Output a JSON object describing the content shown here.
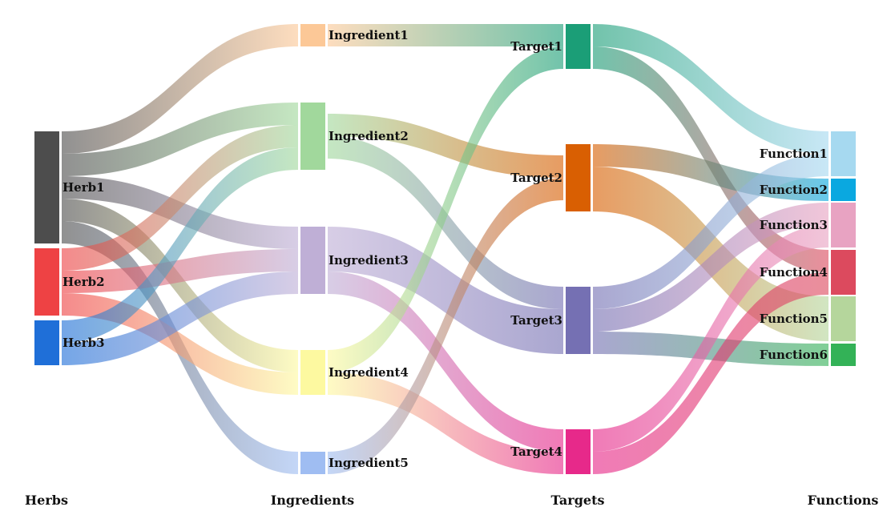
{
  "chart_data": {
    "type": "sankey",
    "stages": [
      "Herbs",
      "Ingredients",
      "Targets",
      "Functions"
    ],
    "nodes": [
      {
        "id": "Herb1",
        "label": "Herb1",
        "stage": 0,
        "color": "#4d4d4d"
      },
      {
        "id": "Herb2",
        "label": "Herb2",
        "stage": 0,
        "color": "#ee4244"
      },
      {
        "id": "Herb3",
        "label": "Herb3",
        "stage": 0,
        "color": "#1f6fd8"
      },
      {
        "id": "Ingredient1",
        "label": "Ingredient1",
        "stage": 1,
        "color": "#fcc897"
      },
      {
        "id": "Ingredient2",
        "label": "Ingredient2",
        "stage": 1,
        "color": "#a1d89c"
      },
      {
        "id": "Ingredient3",
        "label": "Ingredient3",
        "stage": 1,
        "color": "#bfafd6"
      },
      {
        "id": "Ingredient4",
        "label": "Ingredient4",
        "stage": 1,
        "color": "#fdf9a0"
      },
      {
        "id": "Ingredient5",
        "label": "Ingredient5",
        "stage": 1,
        "color": "#9fbdf2"
      },
      {
        "id": "Target1",
        "label": "Target1",
        "stage": 2,
        "color": "#1b9e77"
      },
      {
        "id": "Target2",
        "label": "Target2",
        "stage": 2,
        "color": "#d95f02"
      },
      {
        "id": "Target3",
        "label": "Target3",
        "stage": 2,
        "color": "#7570b3"
      },
      {
        "id": "Target4",
        "label": "Target4",
        "stage": 2,
        "color": "#e7298a"
      },
      {
        "id": "Function1",
        "label": "Function1",
        "stage": 3,
        "color": "#a6d9f0"
      },
      {
        "id": "Function2",
        "label": "Function2",
        "stage": 3,
        "color": "#0aa8e0"
      },
      {
        "id": "Function3",
        "label": "Function3",
        "stage": 3,
        "color": "#e8a3c2"
      },
      {
        "id": "Function4",
        "label": "Function4",
        "stage": 3,
        "color": "#dc4a5e"
      },
      {
        "id": "Function5",
        "label": "Function5",
        "stage": 3,
        "color": "#b5d69c"
      },
      {
        "id": "Function6",
        "label": "Function6",
        "stage": 3,
        "color": "#33b257"
      }
    ],
    "links": [
      {
        "source": "Herb1",
        "target": "Ingredient1",
        "value": 1
      },
      {
        "source": "Herb1",
        "target": "Ingredient2",
        "value": 1
      },
      {
        "source": "Herb1",
        "target": "Ingredient3",
        "value": 1
      },
      {
        "source": "Herb1",
        "target": "Ingredient4",
        "value": 1
      },
      {
        "source": "Herb1",
        "target": "Ingredient5",
        "value": 1
      },
      {
        "source": "Herb2",
        "target": "Ingredient2",
        "value": 1
      },
      {
        "source": "Herb2",
        "target": "Ingredient3",
        "value": 1
      },
      {
        "source": "Herb2",
        "target": "Ingredient4",
        "value": 1
      },
      {
        "source": "Herb3",
        "target": "Ingredient2",
        "value": 1
      },
      {
        "source": "Herb3",
        "target": "Ingredient3",
        "value": 1
      },
      {
        "source": "Ingredient1",
        "target": "Target1",
        "value": 1
      },
      {
        "source": "Ingredient2",
        "target": "Target2",
        "value": 1
      },
      {
        "source": "Ingredient2",
        "target": "Target3",
        "value": 1
      },
      {
        "source": "Ingredient3",
        "target": "Target3",
        "value": 2
      },
      {
        "source": "Ingredient3",
        "target": "Target4",
        "value": 1
      },
      {
        "source": "Ingredient4",
        "target": "Target1",
        "value": 1
      },
      {
        "source": "Ingredient4",
        "target": "Target4",
        "value": 1
      },
      {
        "source": "Ingredient5",
        "target": "Target2",
        "value": 1
      },
      {
        "source": "Target1",
        "target": "Function1",
        "value": 1
      },
      {
        "source": "Target1",
        "target": "Function4",
        "value": 1
      },
      {
        "source": "Target2",
        "target": "Function2",
        "value": 1
      },
      {
        "source": "Target2",
        "target": "Function5",
        "value": 2
      },
      {
        "source": "Target3",
        "target": "Function3",
        "value": 1
      },
      {
        "source": "Target3",
        "target": "Function1",
        "value": 1
      },
      {
        "source": "Target3",
        "target": "Function6",
        "value": 1
      },
      {
        "source": "Target4",
        "target": "Function4",
        "value": 1
      },
      {
        "source": "Target4",
        "target": "Function3",
        "value": 1
      }
    ],
    "legend": "none",
    "grid": false
  }
}
